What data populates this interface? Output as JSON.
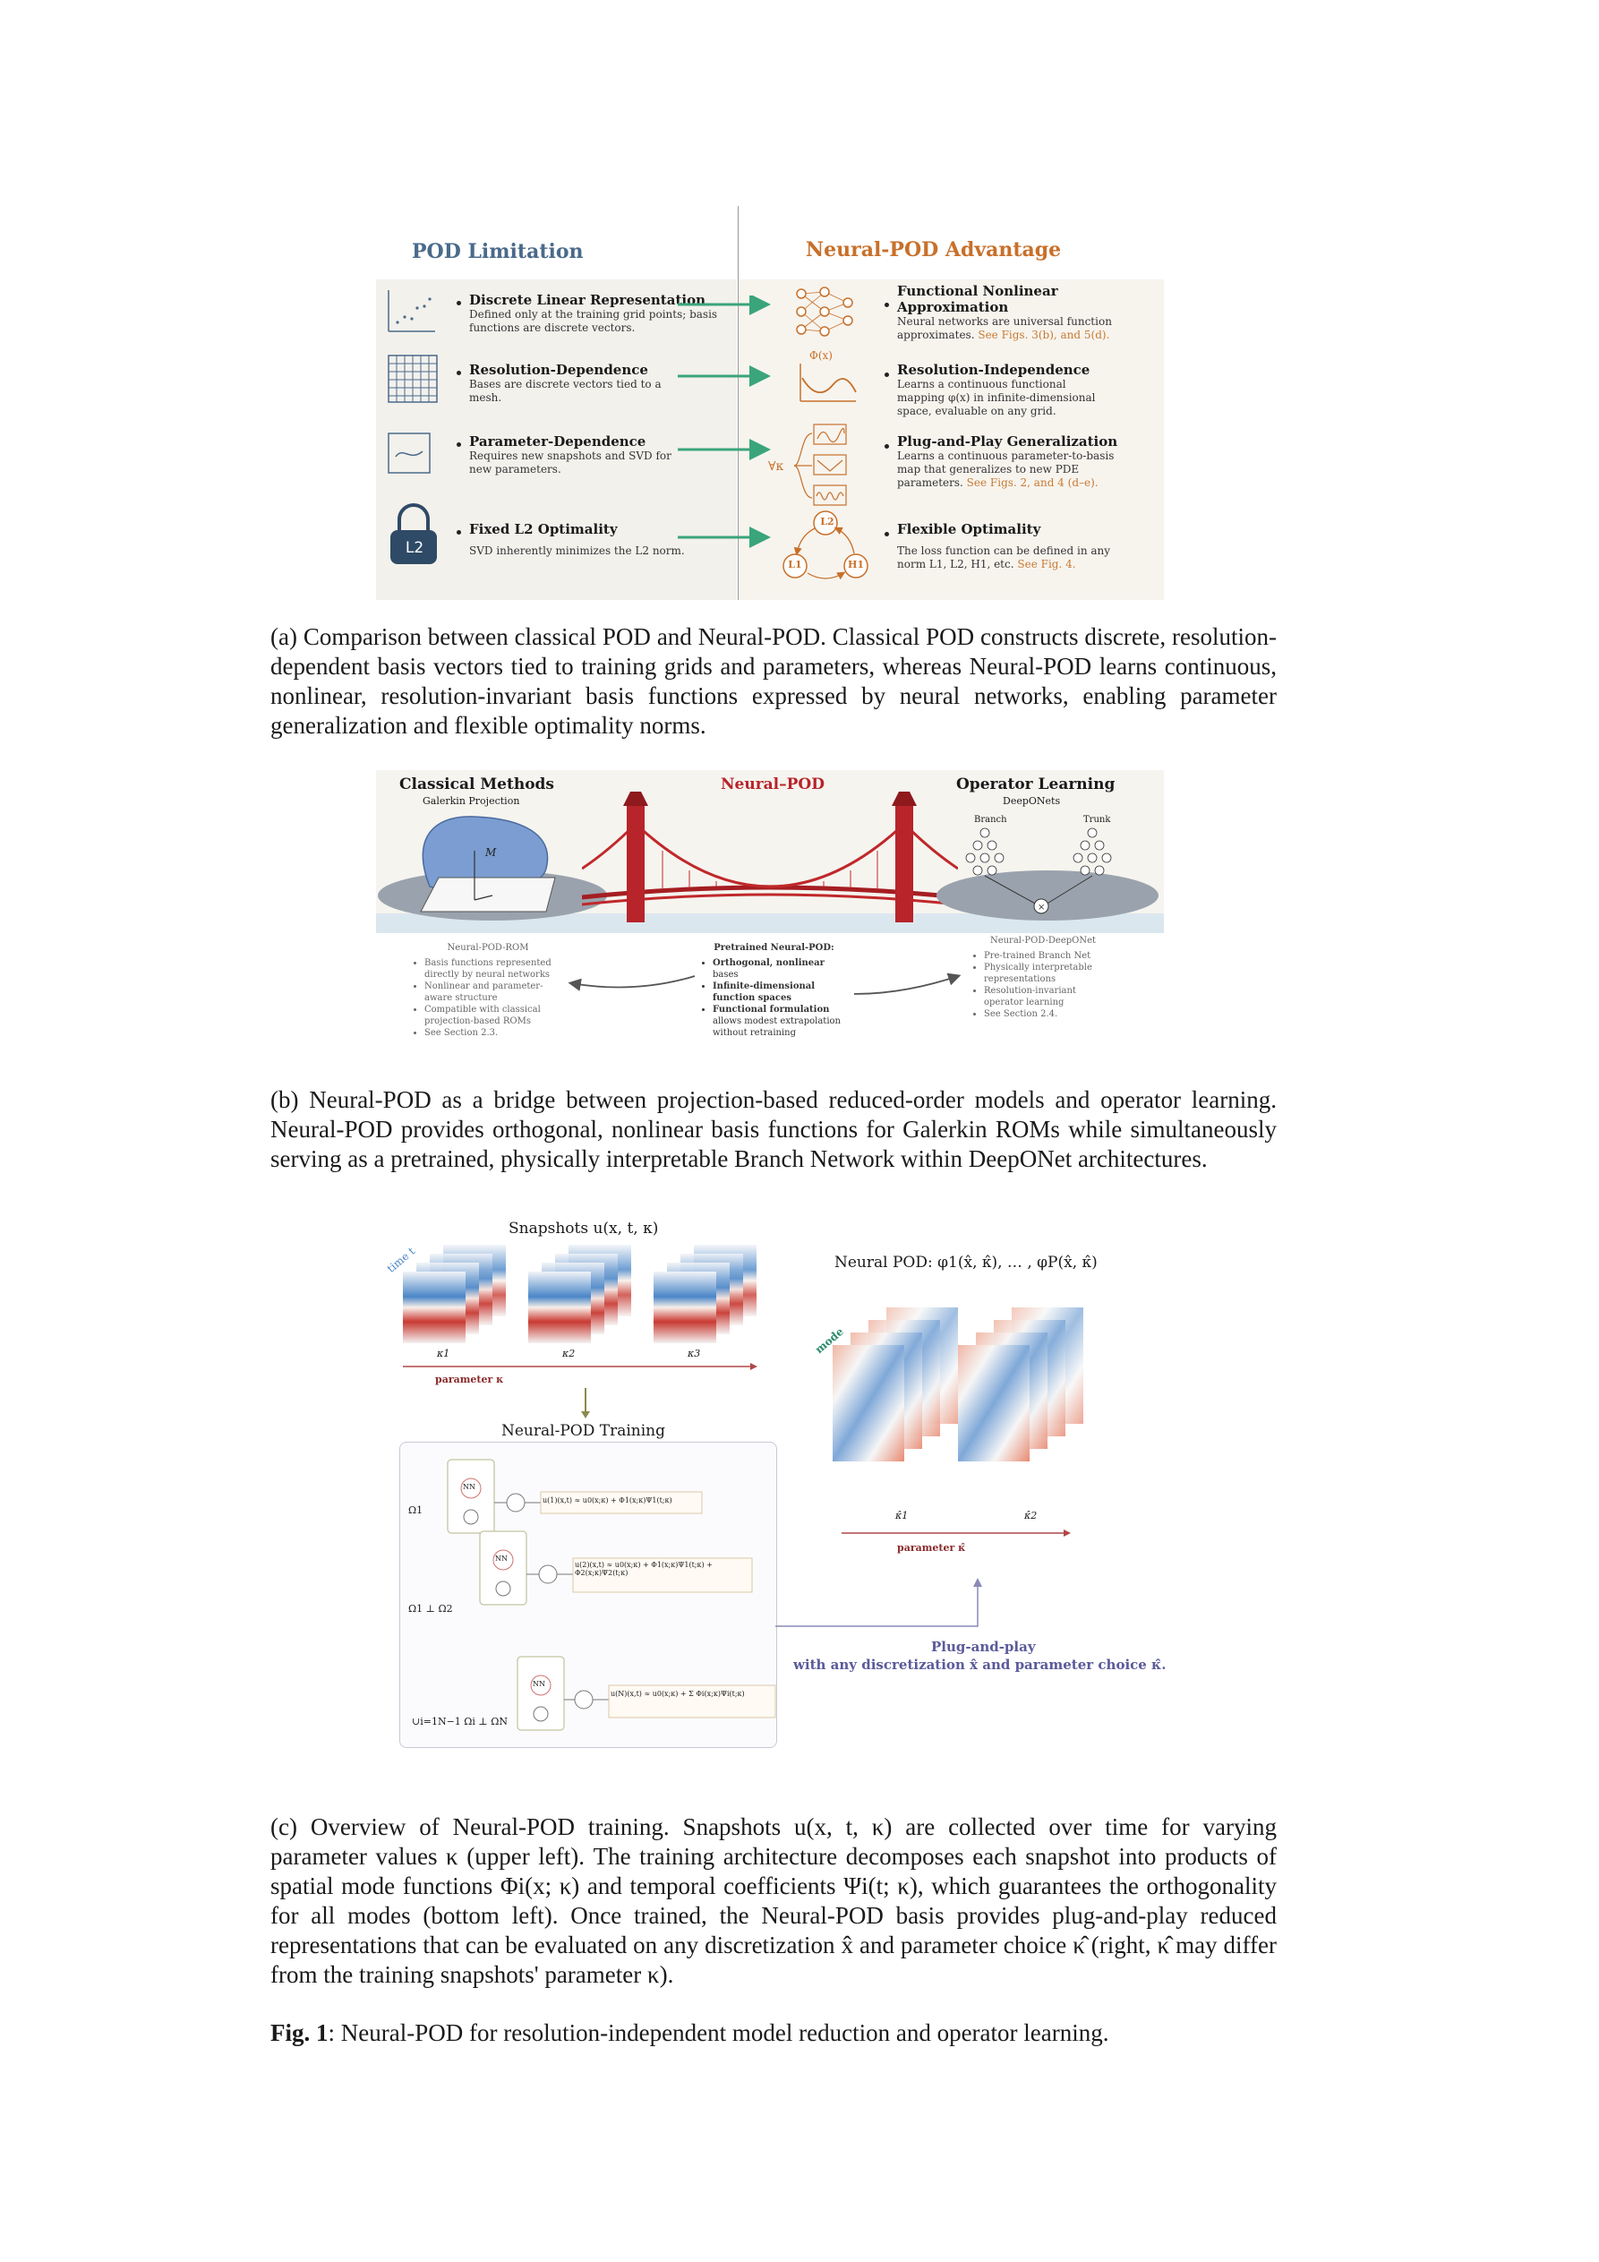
{
  "panel_a": {
    "left_title": "POD Limitation",
    "right_title": "Neural-POD Advantage",
    "left_rows": [
      {
        "title": "Discrete Linear Representation",
        "text": "Defined only at the training grid points; basis functions are discrete vectors.",
        "icon": "scatter-icon"
      },
      {
        "title": "Resolution-Dependence",
        "text": "Bases are discrete vectors tied to a mesh.",
        "icon": "grid-icon"
      },
      {
        "title": "Parameter-Dependence",
        "text": "Requires new snapshots and SVD for new parameters.",
        "icon": "curve-box-icon"
      },
      {
        "title": "Fixed L2 Optimality",
        "text": "SVD inherently minimizes the L2 norm.",
        "icon": "lock-icon",
        "badge": "L2"
      }
    ],
    "right_rows": [
      {
        "title": "Functional Nonlinear Approximation",
        "text": "Neural networks are universal function approximates.",
        "ref": "See Figs. 3(b), and 5(d).",
        "icon": "neural-net-icon"
      },
      {
        "title": "Resolution-Independence",
        "text": "Learns a continuous functional mapping φ(x) in infinite-dimensional space, evaluable on any grid.",
        "ref": "",
        "icon": "function-plot-icon",
        "icon_label": "Φ(x)"
      },
      {
        "title": "Plug-and-Play Generalization",
        "text": "Learns a continuous parameter-to-basis map that generalizes to new PDE parameters.",
        "ref": "See Figs. 2, and 4 (d–e).",
        "icon": "wave-stack-icon",
        "icon_label": "∀κ"
      },
      {
        "title": "Flexible Optimality",
        "text": "The loss function can be defined in any norm L1, L2, H1, etc.",
        "ref": "See Fig. 4.",
        "icon": "norm-cycle-icon",
        "norms": [
          "L2",
          "L1",
          "H1"
        ]
      }
    ]
  },
  "caption_a": "(a) Comparison between classical POD and Neural-POD. Classical POD constructs discrete, resolution-dependent basis vectors tied to training grids and parameters, whereas Neural-POD learns continuous, nonlinear, resolution-invariant basis functions expressed by neural networks, enabling parameter generalization and flexible optimality norms.",
  "panel_b": {
    "left_title": "Classical Methods",
    "left_sub": "Galerkin Projection",
    "manifold_label": "M",
    "center_title": "Neural–POD",
    "right_title": "Operator Learning",
    "right_sub": "DeepONets",
    "branch_label": "Branch",
    "trunk_label": "Trunk",
    "left_box_title": "Neural-POD-ROM",
    "left_items": [
      "Basis functions represented directly by neural networks",
      "Nonlinear and parameter-aware structure",
      "Compatible with classical projection-based ROMs",
      "See Section 2.3."
    ],
    "center_box_title": "Pretrained Neural-POD:",
    "center_items": [
      {
        "bold": "Orthogonal, nonlinear",
        "rest": "bases"
      },
      {
        "bold": "Infinite-dimensional function spaces",
        "rest": ""
      },
      {
        "bold": "Functional formulation",
        "rest": "allows modest extrapolation without retraining",
        "bold2": "modest extrapolation"
      }
    ],
    "right_box_title": "Neural-POD-DeepONet",
    "right_items": [
      "Pre-trained Branch Net",
      "Physically interpretable representations",
      "Resolution-invariant operator learning",
      "See Section 2.4."
    ]
  },
  "caption_b": "(b) Neural-POD as a bridge between projection-based reduced-order models and operator learning. Neural-POD provides orthogonal, nonlinear basis functions for Galerkin ROMs while simultaneously serving as a pretrained, physically interpretable Branch Network within DeepONet architectures.",
  "panel_c": {
    "snapshots_title": "Snapshots u(x, t, κ)",
    "time_label": "time t",
    "kappa_labels": [
      "κ1",
      "κ2",
      "κ3"
    ],
    "param_label": "parameter κ",
    "training_title": "Neural-POD Training",
    "omega_labels": [
      "Ω1",
      "Ω1 ⊥ Ω2",
      "∪i=1N−1 Ωi ⊥ ΩN"
    ],
    "eqs": [
      "u(1)(x,t) ≈ u0(x;κ) + Φ1(x;κ)Ψ1(t;κ)",
      "u(2)(x,t) ≈ u0(x;κ) + Φ1(x;κ)Ψ1(t;κ) + Φ2(x;κ)Ψ2(t;κ)",
      "u(N)(x,t) ≈ u0(x;κ) + Σ Φi(x;κ)Ψi(t;κ)"
    ],
    "nn_label": "NN",
    "neural_pod_title": "Neural POD: φ1(x̂, κ̂), … , φP(x̂, κ̂)",
    "mode_label": "mode",
    "khat_labels": [
      "κ̂1",
      "κ̂2"
    ],
    "param_hat_label": "parameter κ̂",
    "plug_title": "Plug-and-play",
    "plug_sub": "with any discretization x̂ and parameter choice κ̂."
  },
  "caption_c": "(c) Overview of Neural-POD training. Snapshots u(x, t, κ) are collected over time for varying parameter values κ (upper left). The training architecture decomposes each snapshot into products of spatial mode functions Φi(x; κ) and temporal coefficients Ψi(t; κ), which guarantees the orthogonality for all modes (bottom left). Once trained, the Neural-POD basis provides plug-and-play reduced representations that can be evaluated on any discretization x̂ and parameter choice κ̂ (right, κ̂ may differ from the training snapshots' parameter κ).",
  "fig_label": "Fig. 1",
  "fig_caption": ": Neural-POD for resolution-independent model reduction and operator learning.",
  "colors": {
    "pod_blue": "#4a6a8a",
    "neural_orange": "#c8702a",
    "arrow_green": "#3aa57a",
    "bridge_red": "#c0282a",
    "ref_orange": "#c87a32"
  }
}
